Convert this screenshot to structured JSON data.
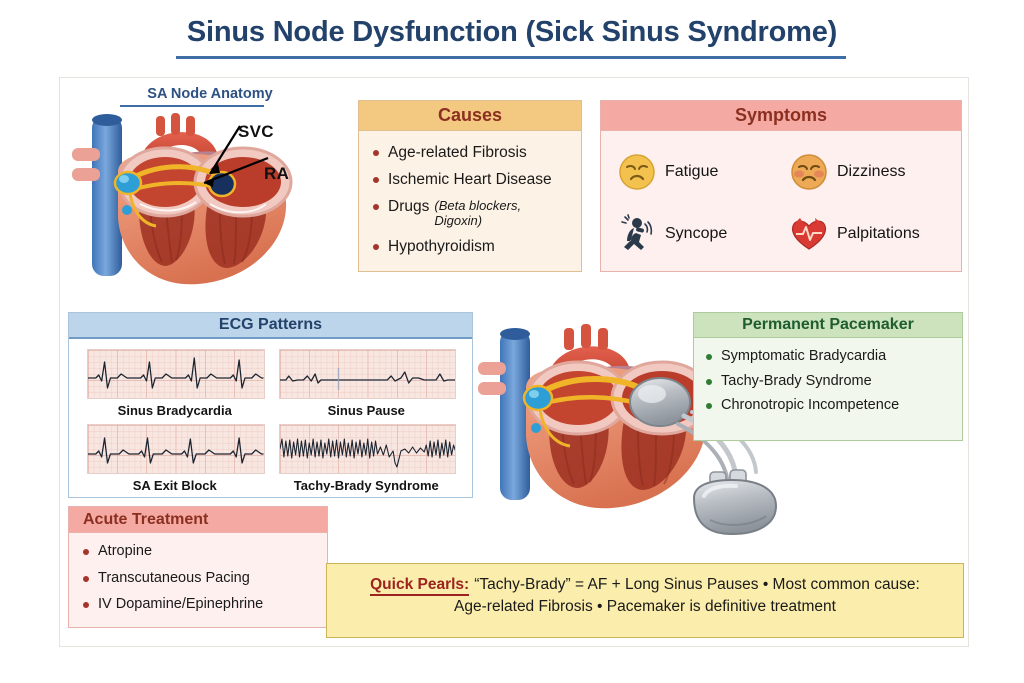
{
  "title": "Sinus Node Dysfunction (Sick Sinus Syndrome)",
  "anatomy": {
    "heading": "SA Node Anatomy",
    "labels": [
      {
        "name": "svc",
        "text": "SVC"
      },
      {
        "name": "ra",
        "text": "RA"
      }
    ],
    "figure_name": "heart-cross-section-illustration"
  },
  "causes": {
    "heading": "Causes",
    "header_bg": "#f3c880",
    "body_bg": "#fdf2e6",
    "border": "#e2bf90",
    "bullet_color": "#a5342a",
    "items": [
      {
        "text": "Age-related Fibrosis",
        "note": ""
      },
      {
        "text": "Ischemic Heart Disease",
        "note": ""
      },
      {
        "text": "Drugs",
        "note": "(Beta blockers, Digoxin)"
      },
      {
        "text": "Hypothyroidism",
        "note": ""
      }
    ]
  },
  "symptoms": {
    "heading": "Symptoms",
    "header_bg": "#f4aaa2",
    "body_bg": "#fdf0ef",
    "border": "#e9b2ad",
    "items": [
      {
        "label": "Fatigue",
        "icon": "tired-face-icon"
      },
      {
        "label": "Dizziness",
        "icon": "dizzy-face-icon"
      },
      {
        "label": "Syncope",
        "icon": "fainting-person-icon"
      },
      {
        "label": "Palpitations",
        "icon": "heart-pulse-icon"
      }
    ]
  },
  "ecg": {
    "heading": "ECG Patterns",
    "header_bg": "#bcd5ea",
    "border": "#aac4de",
    "strips": [
      {
        "caption": "Sinus Bradycardia",
        "pattern": "slow-regular-qrs"
      },
      {
        "caption": "Sinus Pause",
        "pattern": "flat-gap-then-beats"
      },
      {
        "caption": "SA Exit Block",
        "pattern": "dropped-beat-regular"
      },
      {
        "caption": "Tachy-Brady Syndrome",
        "pattern": "fibrillation-then-pause"
      }
    ]
  },
  "pacemaker_card": {
    "heading": "Permanent Pacemaker",
    "header_bg": "#cce3be",
    "body_bg": "#f1f7ec",
    "border": "#aecb9e",
    "bullet_color": "#2e7d32",
    "items": [
      "Symptomatic Bradycardia",
      "Tachy-Brady Syndrome",
      "Chronotropic Incompetence"
    ]
  },
  "pacemaker_figure": {
    "figure_name": "heart-with-implanted-pacemaker-illustration",
    "device_name": "pacemaker-generator-icon"
  },
  "acute": {
    "heading": "Acute Treatment",
    "header_bg": "#f4aaa2",
    "body_bg": "#fdf0ef",
    "border": "#e9b2ad",
    "bullet_color": "#a5342a",
    "items": [
      "Atropine",
      "Transcutaneous Pacing",
      "IV Dopamine/Epinephrine"
    ]
  },
  "pearls": {
    "kicker": "Quick Pearls:",
    "line1": "“Tachy-Brady” = AF + Long Sinus Pauses • Most common cause:",
    "line2": "Age-related Fibrosis • Pacemaker is definitive treatment",
    "bg": "#fbeeac",
    "border": "#cbb35a",
    "kicker_color": "#9c2320"
  },
  "theme": {
    "title_color": "#22426b",
    "panel_border": "#e6e3de",
    "page_bg": "#ffffff"
  }
}
